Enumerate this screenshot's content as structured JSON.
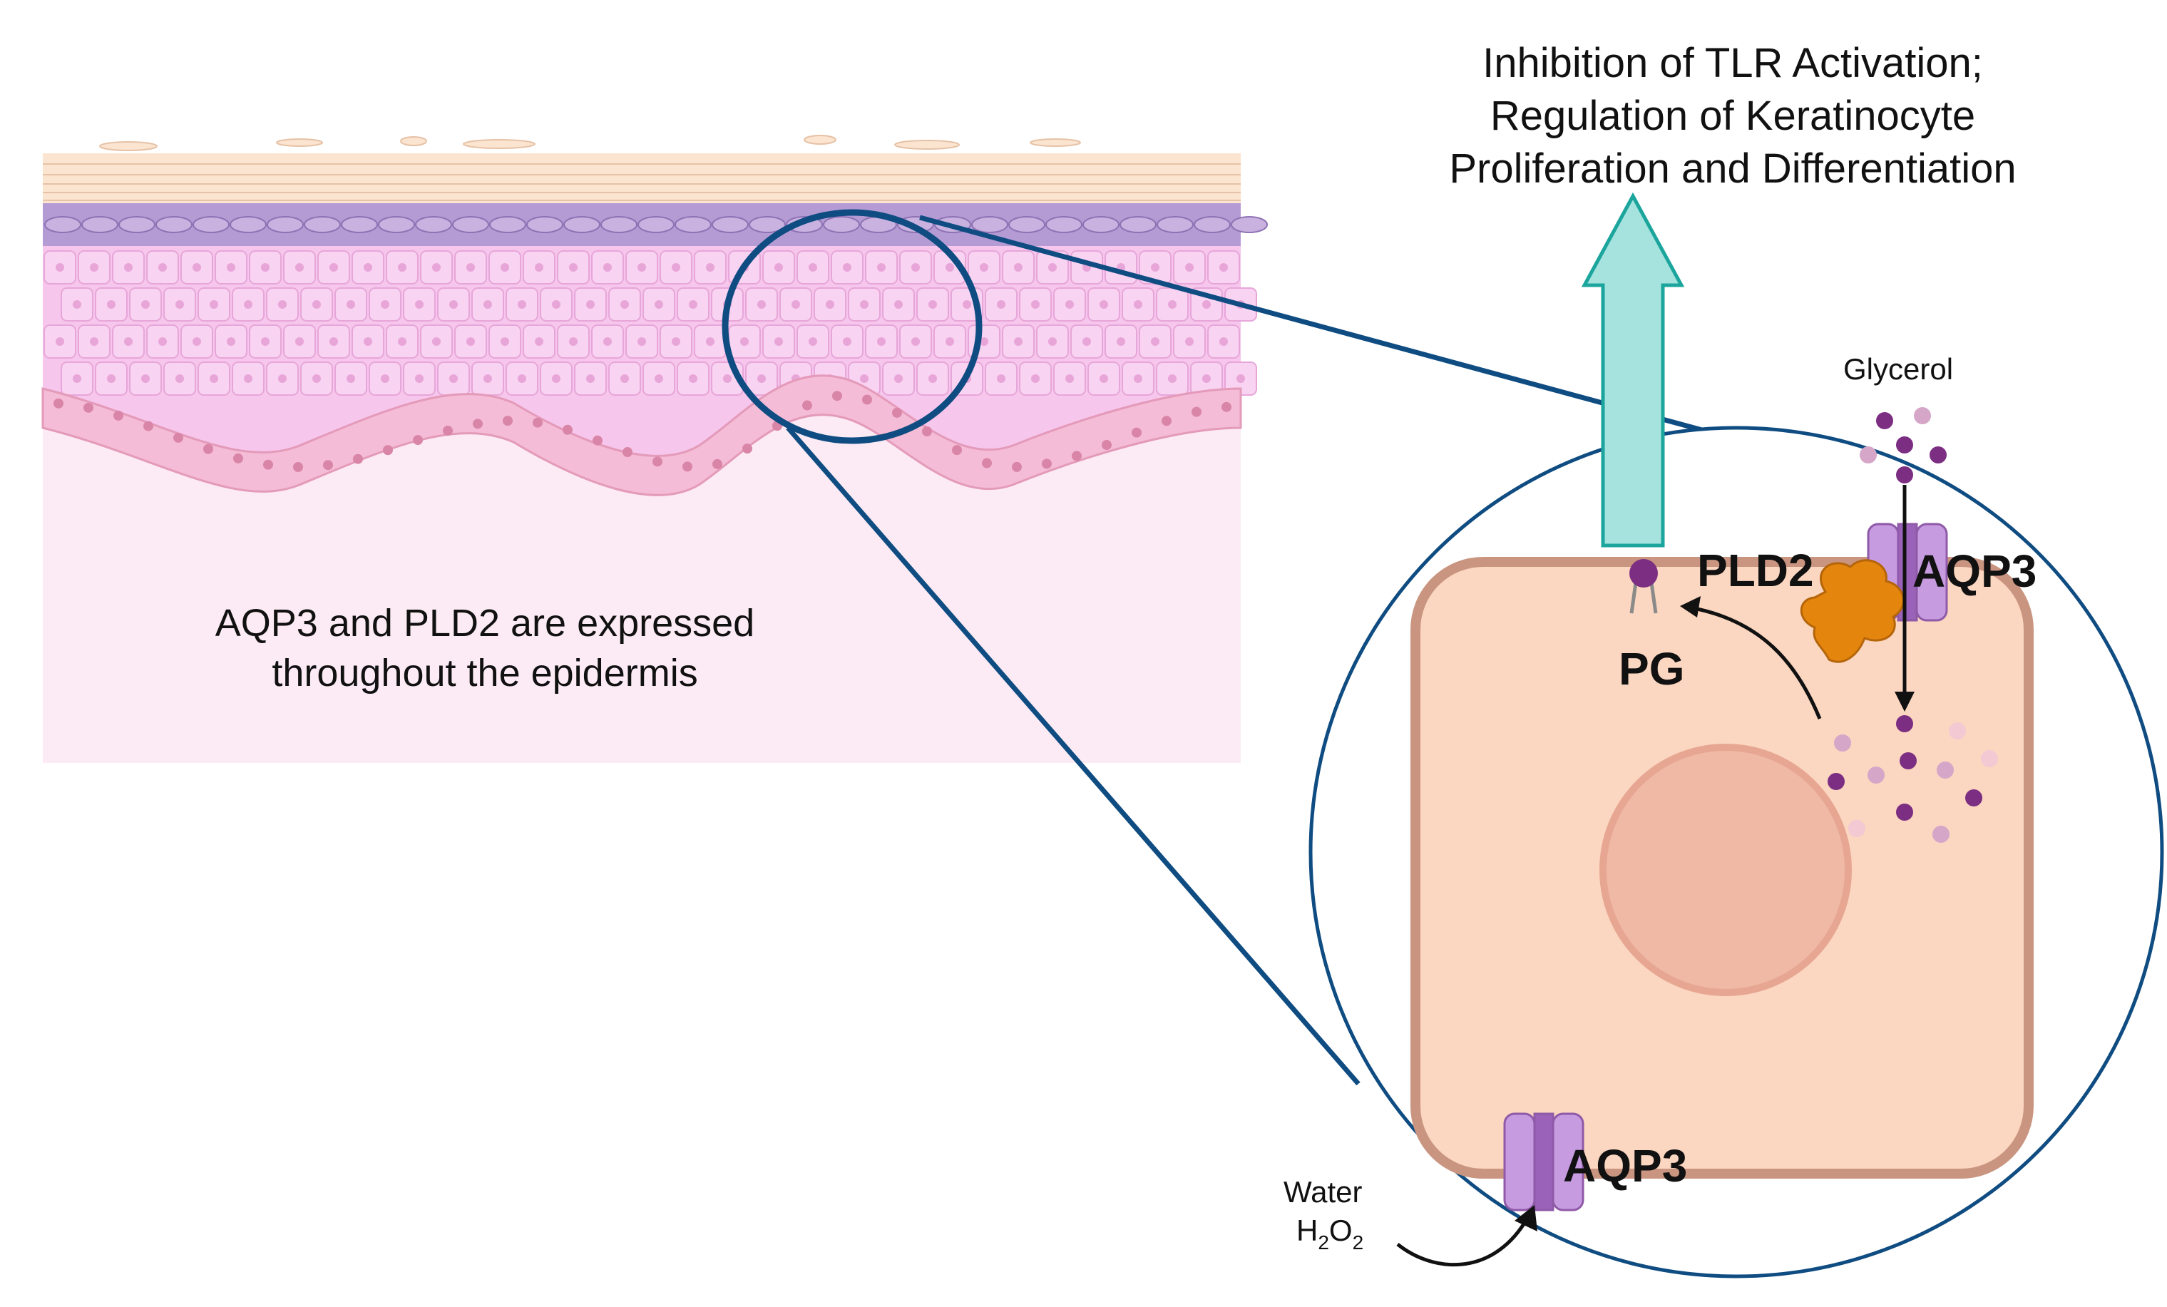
{
  "title_lines": [
    "Inhibition of TLR Activation;",
    "Regulation of Keratinocyte",
    "Proliferation and Differentiation"
  ],
  "skin_note_lines": [
    "AQP3 and PLD2 are expressed",
    "throughout the epidermis"
  ],
  "labels": {
    "glycerol": "Glycerol",
    "pld2": "PLD2",
    "aqp3_top": "AQP3",
    "aqp3_bottom": "AQP3",
    "pg": "PG",
    "water": "Water",
    "h2o2_h": "H",
    "h2o2_2a": "2",
    "h2o2_o": "O",
    "h2o2_2b": "2"
  },
  "colors": {
    "zoom_outline": "#0f4c81",
    "upward_arrow_fill": "#a6e3df",
    "upward_arrow_stroke": "#1ba59c",
    "cell_fill": "#fbd6c0",
    "cell_border": "#c99580",
    "nucleus_fill": "#efb9a6",
    "aqp3_channel": "#c79be0",
    "pld2_enzyme": "#e4860e",
    "glycerol_dark": "#7b2e82",
    "glycerol_light": "#d5a6c8",
    "dermis_fill": "#fcebf4",
    "spinous_cell_fill": "#f6c6ec",
    "basal_cell_fill": "#f4bcd6",
    "granular_layer": "#b59bd4",
    "stratum_corneum": "#fbe4d0"
  }
}
